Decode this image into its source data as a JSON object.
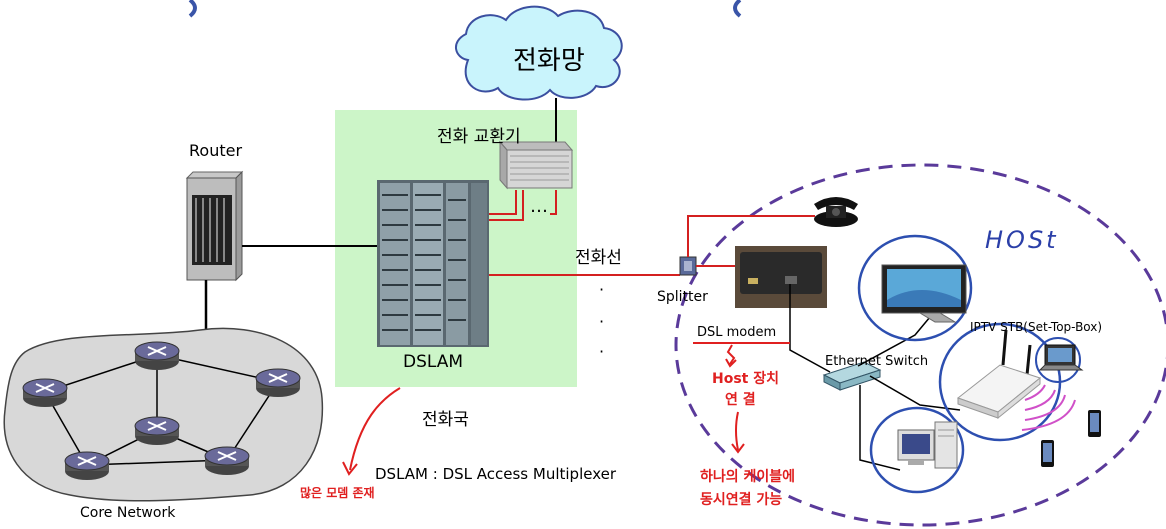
{
  "labels": {
    "phone_network": "전화망",
    "phone_exchange": "전화 교환기",
    "router": "Router",
    "dslam": "DSLAM",
    "central_office": "전화국",
    "phone_line": "전화선",
    "splitter": "Splitter",
    "dsl_modem": "DSL modem",
    "ethernet_switch": "Ethernet Switch",
    "iptv_stb": "IPTV STB(Set-Top-Box)",
    "core_network": "Core Network",
    "dslam_def": "DSLAM : DSL Access Multiplexer",
    "exchange_dots": "…",
    "line_dots": "·"
  },
  "handwriting": {
    "host": "HOSt",
    "host_connect_1": "Host 장치",
    "host_connect_2": "연 결",
    "many_modems": "많은 모뎀 존재",
    "one_cable_1": "하나의 케이블에",
    "one_cable_2": "동시연결 가능"
  },
  "colors": {
    "office_fill": "#ccf5c8",
    "cloud_fill": "#c9f4fc",
    "cloud_stroke": "#3b4fa0",
    "phone_line": "#d42020",
    "host_boundary": "#5a3a9a",
    "host_circle": "#2d4fb0",
    "annotation": "#e02020",
    "core_fill": "#d8d8d8"
  }
}
